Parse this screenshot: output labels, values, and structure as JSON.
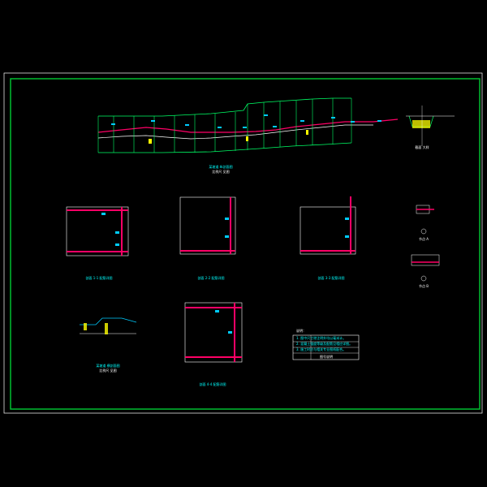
{
  "colors": {
    "page": "#ffffff",
    "sheet": "#000000",
    "frame_outer": "#ffffff",
    "frame_inner": "#00cc33",
    "structure": "#ff0066",
    "outline": "#00ff66",
    "dimension": "#ffffff",
    "annotation": "#00ccff",
    "rebar": "#ffff00",
    "title_text": "#00ffff"
  },
  "drawing": {
    "title_block": "图号说明",
    "views": [
      {
        "id": "profile",
        "title": "某坡道 纵剖面图",
        "subtitle": "比例尺 见图"
      },
      {
        "id": "section-1",
        "title": "剖面 1-1 配筋详图"
      },
      {
        "id": "section-2",
        "title": "剖面 2-2 配筋详图"
      },
      {
        "id": "section-3",
        "title": "剖面 3-3 配筋详图"
      },
      {
        "id": "section-4",
        "title": "剖面 4-4 配筋详图"
      },
      {
        "id": "small-section",
        "title": "某坡道 横剖面图",
        "subtitle": "比例尺 见图"
      },
      {
        "id": "detail-a",
        "title": "节点 A"
      },
      {
        "id": "detail-b",
        "title": "节点 B"
      },
      {
        "id": "top-right",
        "title": "截面 大样"
      }
    ],
    "notes": [
      "说明：",
      "1. 图中尺寸除注明外均以毫米计。",
      "2. 混凝土强度等级及配筋见相应详图。",
      "3. 施工时应与相关专业图纸配合。"
    ]
  }
}
